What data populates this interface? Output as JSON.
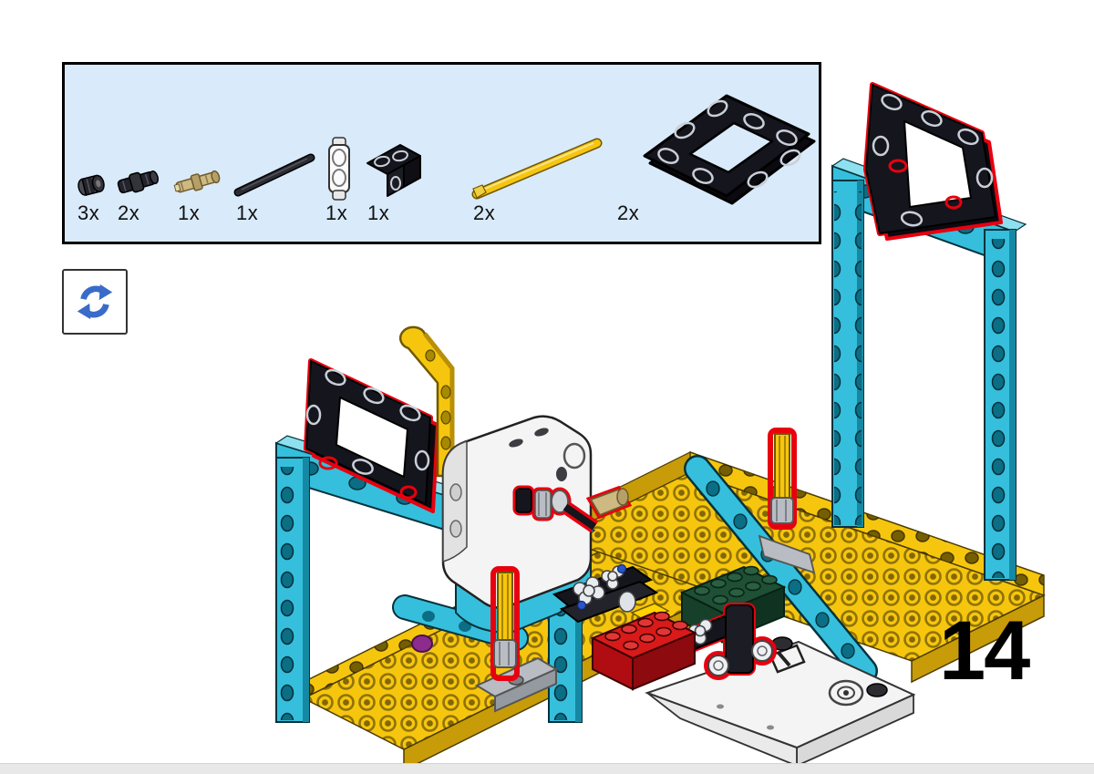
{
  "page": {
    "step_number": "14"
  },
  "parts_panel": {
    "parts": [
      {
        "name": "bush-black",
        "qty": "3x"
      },
      {
        "name": "axle-connector-black",
        "qty": "2x"
      },
      {
        "name": "axle-pin-tan",
        "qty": "1x"
      },
      {
        "name": "axle-black",
        "qty": "1x"
      },
      {
        "name": "pin-connector-white",
        "qty": "1x"
      },
      {
        "name": "t-beam-black",
        "qty": "1x"
      },
      {
        "name": "axle-yellow",
        "qty": "2x"
      },
      {
        "name": "frame-5x7-black",
        "qty": "2x"
      }
    ]
  },
  "rotate_indicator": {
    "icon": "rotate-icon"
  },
  "illustration": {
    "components": [
      "left-teal-arch",
      "right-teal-arch",
      "left-frame-highlight",
      "right-frame-highlight",
      "yellow-base-plates",
      "motor-white",
      "axle-assembly-highlight",
      "yellow-liftarm",
      "yellow-axle-left-highlight",
      "yellow-axle-right-highlight",
      "teal-cross-beam",
      "knob-wheel-cluster",
      "t-beam-connector-highlight",
      "red-brick-2x4",
      "green-brick-2x4",
      "hub-plate-white"
    ]
  },
  "colors": {
    "panel_bg": "#d9eafa",
    "footer_gray": "#e8e8e8",
    "icon_blue": "#3a6bc8",
    "teal": "#35bfdc",
    "teal_light": "#8fe0ef",
    "teal_dark": "#1589a3",
    "teal_hole": "#0b6e84",
    "yellow": "#f6c60e",
    "yellow_dark": "#c79c08",
    "yellow_deep": "#7a6202",
    "black_part": "#15151d",
    "hatch_light": "#c9cfd8",
    "red_highlight": "#e8000f",
    "red_brick": "#d81a1a",
    "green_brick": "#1f4f35",
    "tan": "#cdb981",
    "gray_part": "#b9bdc3",
    "white_part": "#f4f4f4"
  }
}
